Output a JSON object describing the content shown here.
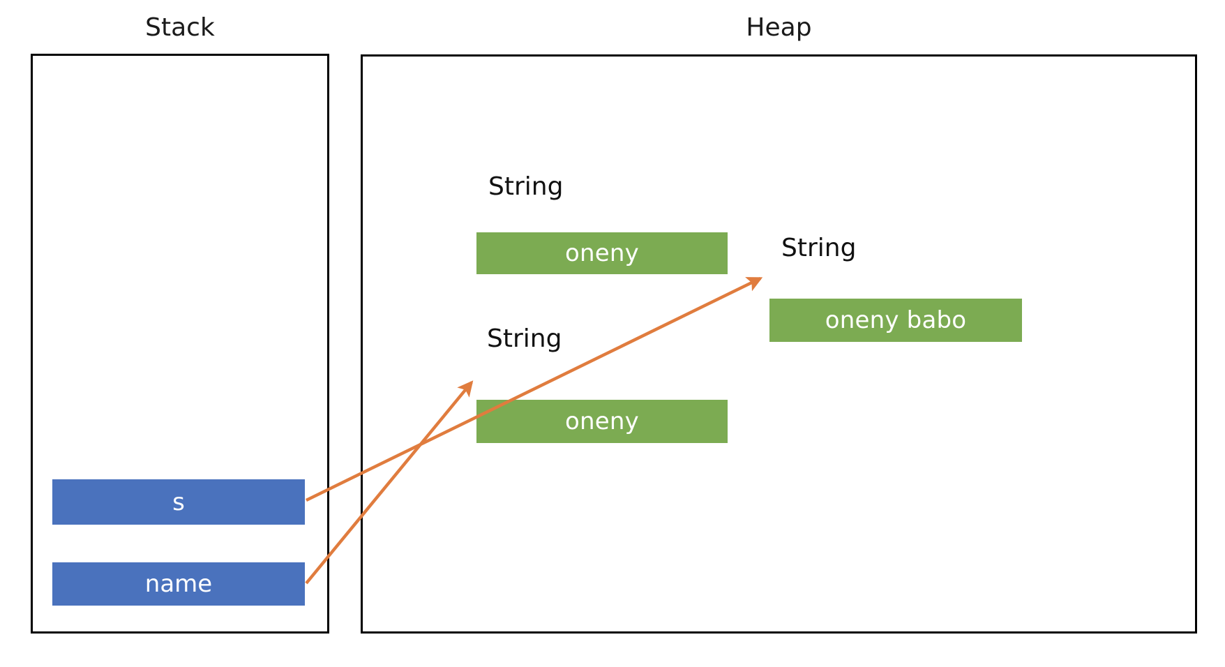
{
  "diagram": {
    "title_stack": "Stack",
    "title_heap": "Heap",
    "accent_orange": "#E07C3E",
    "heap_fill": "#7CAB52",
    "stack_fill": "#4A72BD",
    "border_color": "#000000"
  },
  "stack": {
    "label": "Stack",
    "variables": [
      {
        "name": "s",
        "label": "s"
      },
      {
        "name": "name",
        "label": "name"
      }
    ]
  },
  "heap": {
    "label": "Heap",
    "objects": [
      {
        "type": "String",
        "value": "oneny"
      },
      {
        "type": "String",
        "value": "oneny babo"
      },
      {
        "type": "String",
        "value": "oneny"
      }
    ]
  },
  "references": [
    {
      "from": "s",
      "to": "oneny babo"
    },
    {
      "from": "name",
      "to": "oneny"
    }
  ]
}
